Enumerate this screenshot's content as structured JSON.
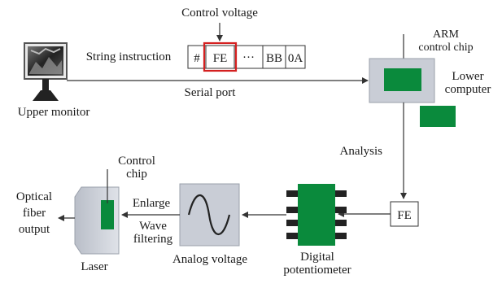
{
  "labels": {
    "control_voltage": "Control voltage",
    "string_instruction": "String instruction",
    "serial_port": "Serial port",
    "upper_monitor": "Upper monitor",
    "arm_line1": "ARM",
    "arm_line2": "control chip",
    "lower_line1": "Lower",
    "lower_line2": "computer",
    "analysis": "Analysis",
    "fe_box": "FE",
    "digital_line1": "Digital",
    "digital_line2": "potentiometer",
    "analog_voltage": "Analog voltage",
    "enlarge": "Enlarge",
    "wave_line1": "Wave",
    "wave_line2": "filtering",
    "control_chip_line1": "Control",
    "control_chip_line2": "chip",
    "laser": "Laser",
    "optical_line1": "Optical",
    "optical_line2": "fiber",
    "optical_line3": "output"
  },
  "string_cells": [
    "#",
    "FE",
    "···",
    "BB",
    "0A"
  ],
  "colors": {
    "chip_green": "#0a8a3c",
    "box_gray": "#c9cdd6",
    "highlight_red": "#d42020",
    "line": "#333333"
  },
  "icons": {
    "monitor": "computer-monitor-icon",
    "sine": "sine-wave-icon"
  }
}
